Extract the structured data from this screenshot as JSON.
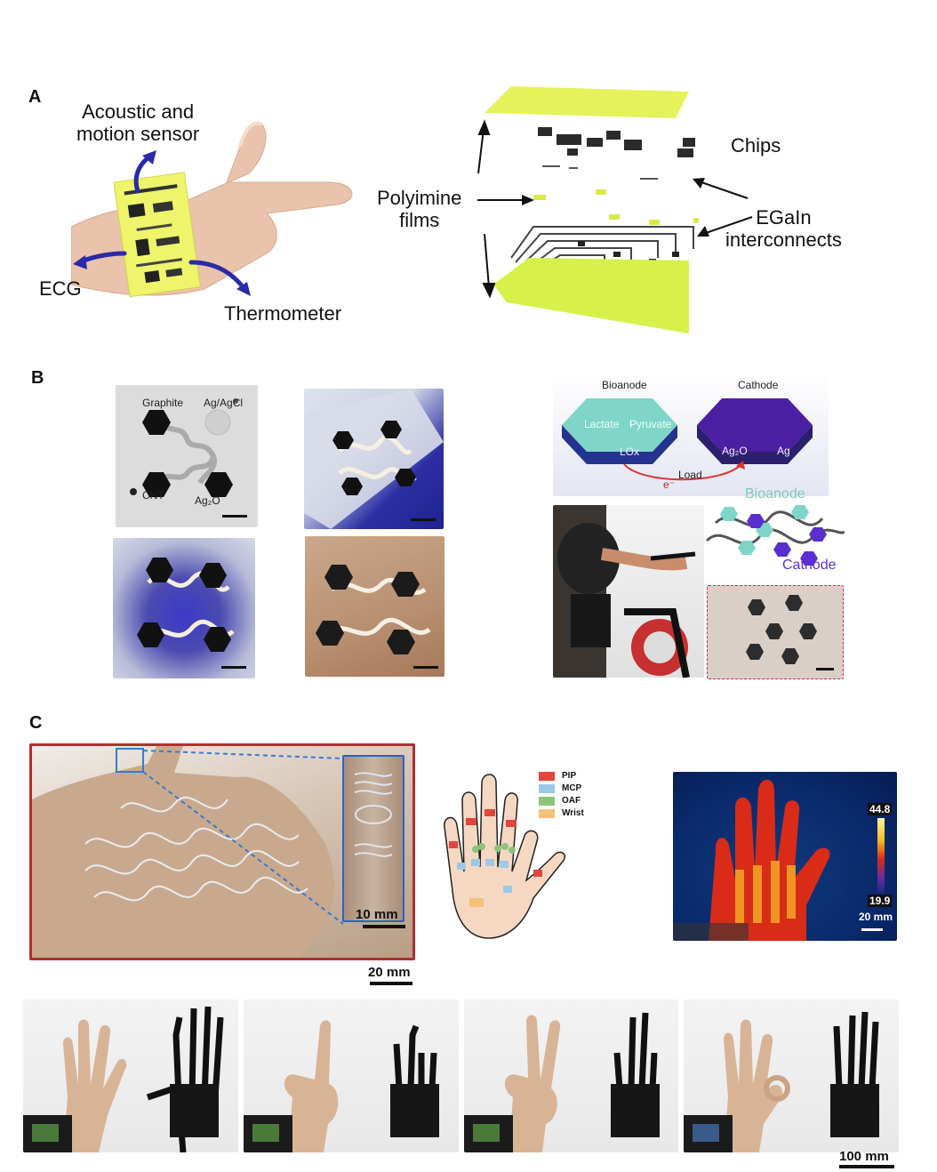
{
  "panelA": {
    "letter": "A",
    "labels": {
      "acoustic": "Acoustic and\nmotion sensor",
      "ecg": "ECG",
      "thermometer": "Thermometer",
      "polyimine": "Polyimine\nfilms",
      "chips": "Chips",
      "egain": "EGaIn\ninterconnects"
    }
  },
  "panelB": {
    "letter": "B",
    "labels": {
      "graphite": "Graphite",
      "agagcl": "Ag/AgCl",
      "cnt": "CNT",
      "ag2o": "Ag₂O",
      "bioanode_top": "Bioanode",
      "cathode_top": "Cathode",
      "lactate": "Lactate",
      "pyruvate": "Pyruvate",
      "lox": "LOx",
      "ag2o_reaction": "Ag₂O",
      "ag": "Ag",
      "load": "Load",
      "electron": "e⁻",
      "bioanode_array": "Bioanode",
      "cathode_array": "Cathode"
    }
  },
  "panelC": {
    "letter": "C",
    "legend": [
      {
        "label": "PIP",
        "color": "#e0463c"
      },
      {
        "label": "MCP",
        "color": "#9cc9e8"
      },
      {
        "label": "OAF",
        "color": "#8cc47a"
      },
      {
        "label": "Wrist",
        "color": "#f2c17a"
      }
    ],
    "scale_10mm": "10 mm",
    "scale_20mm": "20 mm",
    "thermal_max": "44.8",
    "thermal_min": "19.9",
    "thermal_scale": "20 mm",
    "scale_100mm": "100 mm"
  }
}
